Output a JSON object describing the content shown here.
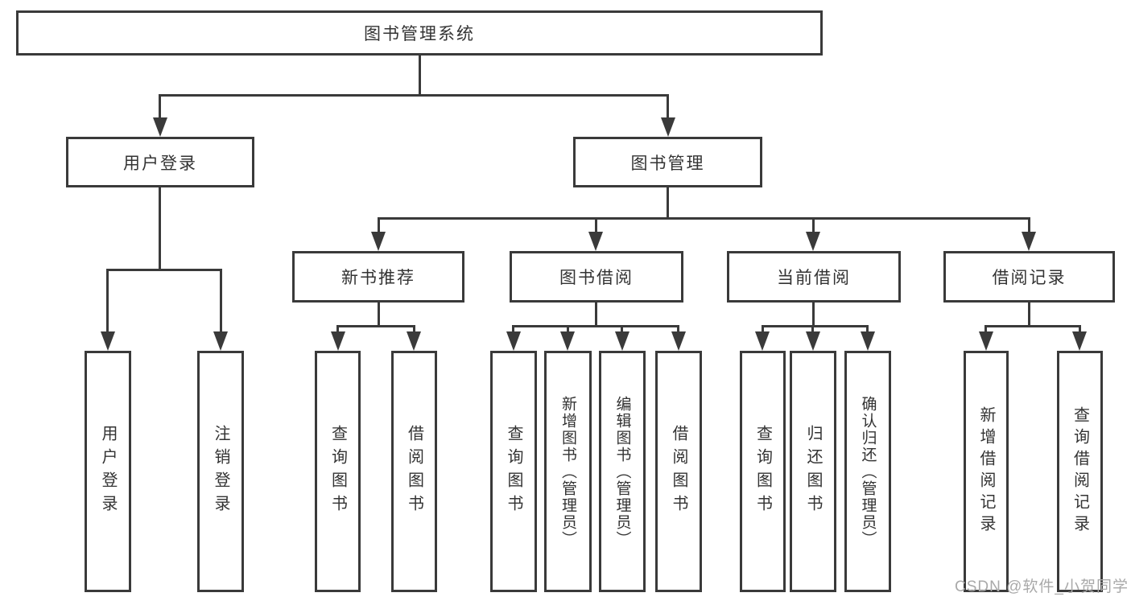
{
  "diagram": {
    "type": "hierarchy-tree",
    "line_color": "#3a3a3a",
    "text_color": "#333333",
    "background_color": "#ffffff",
    "tree": {
      "root": {
        "label": "图书管理系统"
      },
      "children": [
        {
          "label": "用户登录",
          "children": [
            {
              "label": "用户登录"
            },
            {
              "label": "注销登录"
            }
          ]
        },
        {
          "label": "图书管理",
          "children": [
            {
              "label": "新书推荐",
              "children": [
                {
                  "label": "查询图书"
                },
                {
                  "label": "借阅图书"
                }
              ]
            },
            {
              "label": "图书借阅",
              "children": [
                {
                  "label": "查询图书"
                },
                {
                  "label": "新增图书（管理员）"
                },
                {
                  "label": "编辑图书（管理员）"
                },
                {
                  "label": "借阅图书"
                }
              ]
            },
            {
              "label": "当前借阅",
              "children": [
                {
                  "label": "查询图书"
                },
                {
                  "label": "归还图书"
                },
                {
                  "label": "确认归还（管理员）"
                }
              ]
            },
            {
              "label": "借阅记录",
              "children": [
                {
                  "label": "新增借阅记录"
                },
                {
                  "label": "查询借阅记录"
                }
              ]
            }
          ]
        }
      ]
    }
  },
  "watermark": {
    "text": "CSDN @软件_小贺同学",
    "color": "#a9a9a9"
  }
}
